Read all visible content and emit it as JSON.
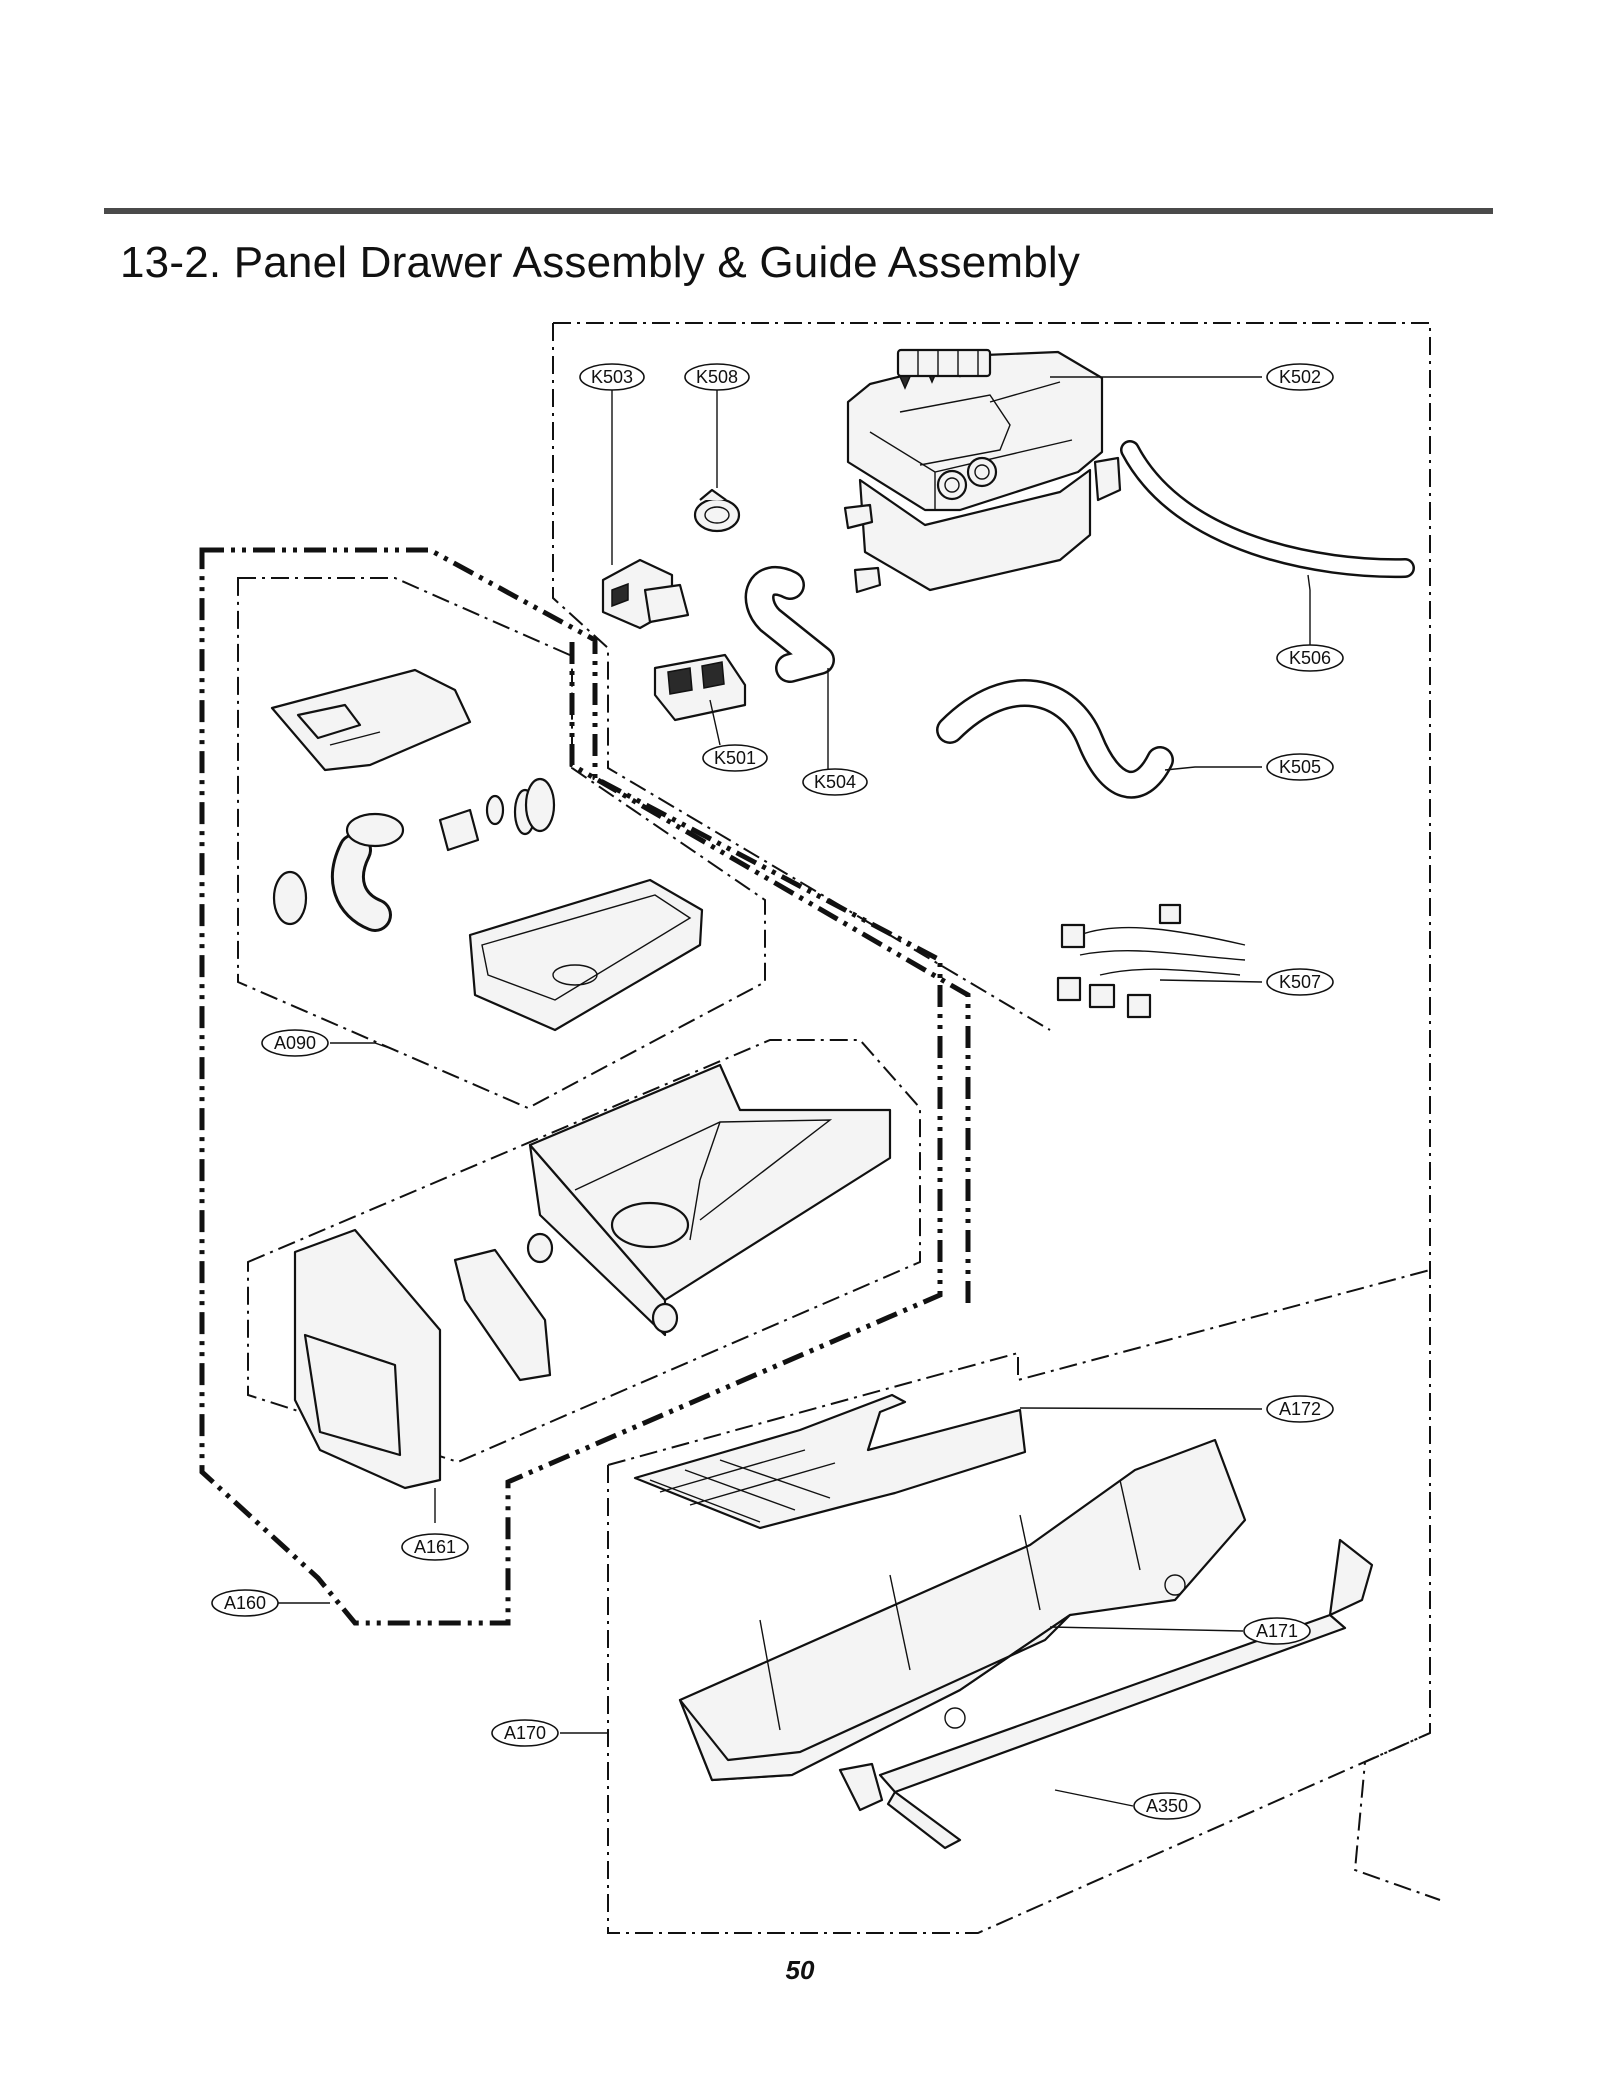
{
  "title": "13-2. Panel Drawer Assembly & Guide Assembly",
  "page_number": "50",
  "callouts": {
    "k503": "K503",
    "k508": "K508",
    "k502": "K502",
    "k506": "K506",
    "k501": "K501",
    "k504": "K504",
    "k505": "K505",
    "k507": "K507",
    "a090": "A090",
    "a172": "A172",
    "a161": "A161",
    "a160": "A160",
    "a171": "A171",
    "a170": "A170",
    "a350": "A350"
  }
}
